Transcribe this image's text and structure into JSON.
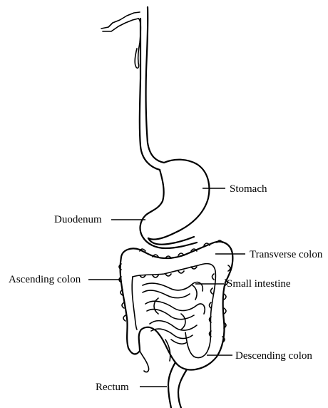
{
  "labels": {
    "stomach": "Stomach",
    "duodenum": "Duodenum",
    "transverse_colon": "Transverse colon",
    "ascending_colon": "Ascending colon",
    "small_intestine": "Small intestine",
    "descending_colon": "Descending colon",
    "rectum": "Rectum"
  }
}
